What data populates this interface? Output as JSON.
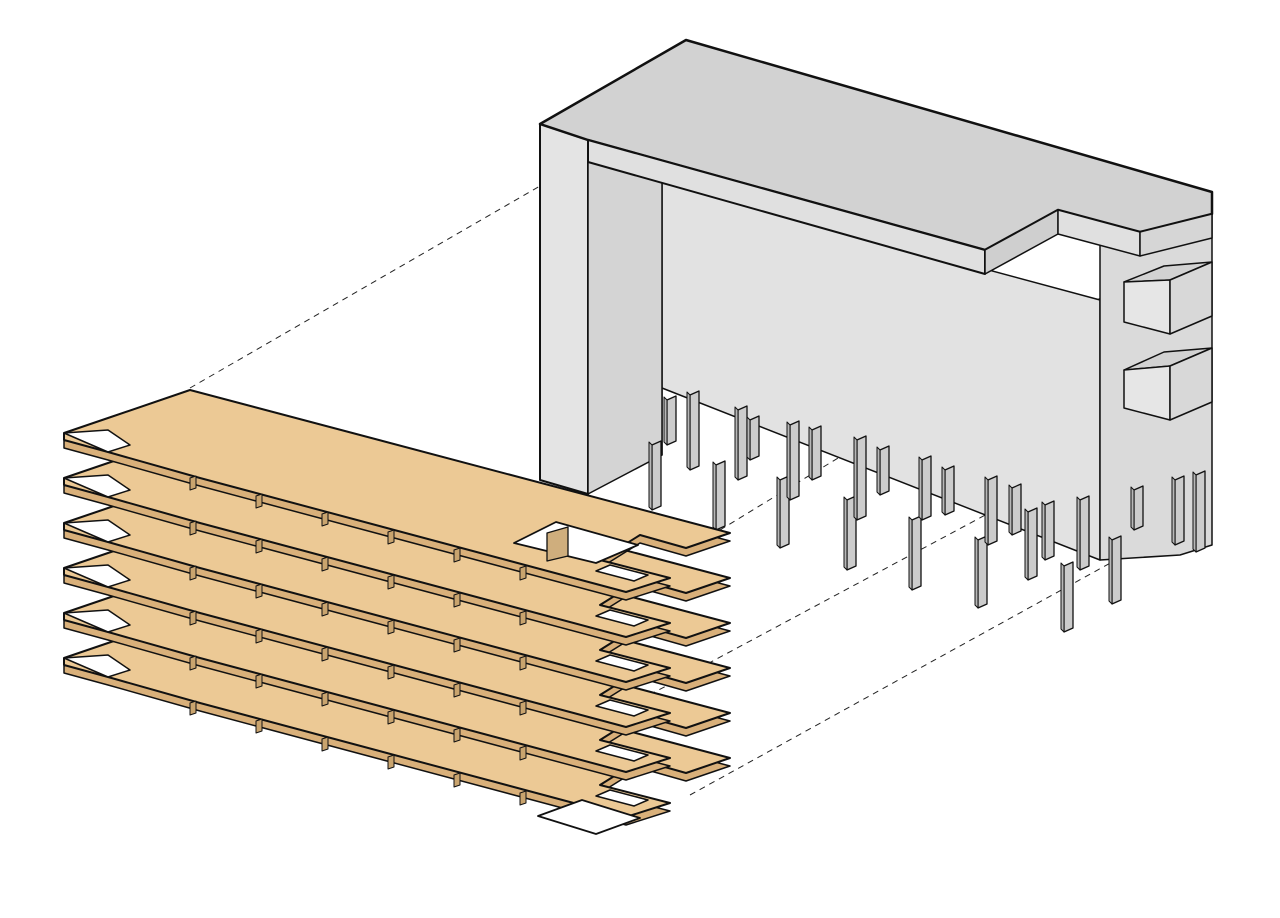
{
  "diagram": {
    "kind": "exploded axonometric",
    "components": [
      {
        "name": "floor-plates",
        "count": 6
      },
      {
        "name": "structural-shell",
        "column_count": 26,
        "side_box_count": 2
      }
    ],
    "colors": {
      "slab_top": "#ecc995",
      "slab_edge": "#d9b07a",
      "shell_top": "#d2d2d2",
      "shell_front": "#e2e2e2",
      "shell_inner": "#c8c8c8",
      "shell_side": "#dadada",
      "column": "#cccccc",
      "line": "#111111"
    }
  }
}
